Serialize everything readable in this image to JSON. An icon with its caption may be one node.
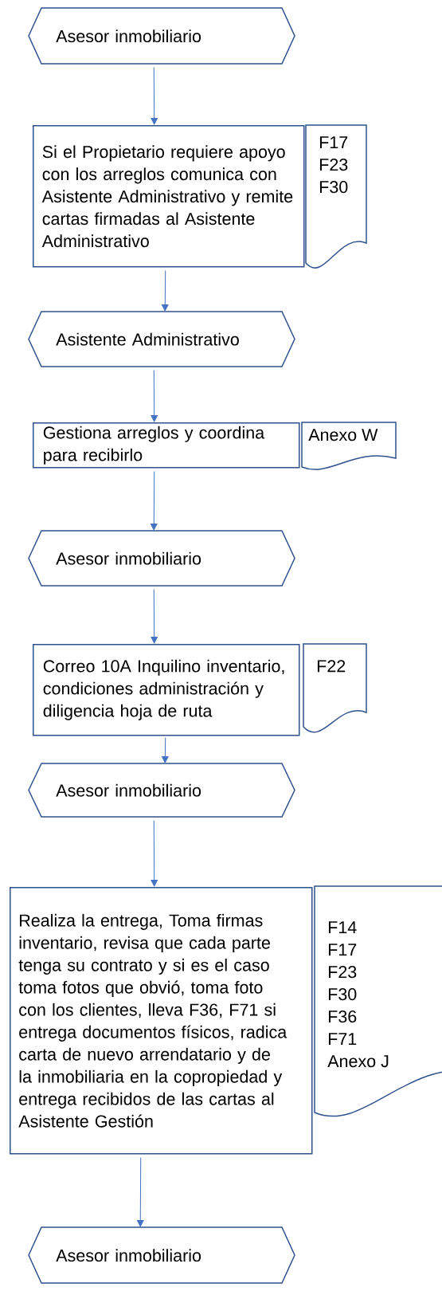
{
  "diagram": {
    "nodes": [
      {
        "text": [
          "Asesor inmobiliario"
        ]
      },
      {
        "text": [
          "Si el Propietario requiere apoyo con los arreglos comunica con Asistente Administrativo y remite cartas firmadas al Asistente Administrativo"
        ]
      },
      {
        "text": [
          "F17",
          "F23",
          "F30"
        ]
      },
      {
        "text": [
          "Asistente Administrativo"
        ]
      },
      {
        "text": [
          "Gestiona arreglos y coordina para recibirlo"
        ]
      },
      {
        "text": [
          "Anexo W"
        ]
      },
      {
        "text": [
          "Asesor inmobiliario"
        ]
      },
      {
        "text": [
          "Correo 10A Inquilino inventario, condiciones administración y diligencia hoja de ruta"
        ]
      },
      {
        "text": [
          "F22"
        ]
      },
      {
        "text": [
          "Asesor inmobiliario"
        ]
      },
      {
        "text": [
          "Realiza la entrega, Toma firmas inventario, revisa que cada parte tenga su contrato y si es el caso toma fotos que obvió, toma foto con los clientes, lleva F36, F71 si entrega documentos físicos, radica carta de nuevo arrendatario y de la inmobiliaria en la copropiedad y entrega recibidos de las cartas al Asistente Gestión"
        ]
      },
      {
        "text": [
          "F14",
          "F17",
          "F23",
          "F30",
          "F36",
          "F71",
          "Anexo J"
        ]
      },
      {
        "text": [
          "Asesor inmobiliario"
        ]
      }
    ],
    "edges": [
      {
        "from": 0,
        "to": 1,
        "arrow": "to"
      },
      {
        "from": 1,
        "to": 3,
        "arrow": "to"
      },
      {
        "from": 3,
        "to": 4,
        "arrow": "to"
      },
      {
        "from": 4,
        "to": 6,
        "arrow": "to"
      },
      {
        "from": 6,
        "to": 7,
        "arrow": "to"
      },
      {
        "from": 7,
        "to": 9,
        "arrow": "to"
      },
      {
        "from": 9,
        "to": 10,
        "arrow": "to"
      },
      {
        "from": 10,
        "to": 12,
        "arrow": "to"
      }
    ]
  }
}
